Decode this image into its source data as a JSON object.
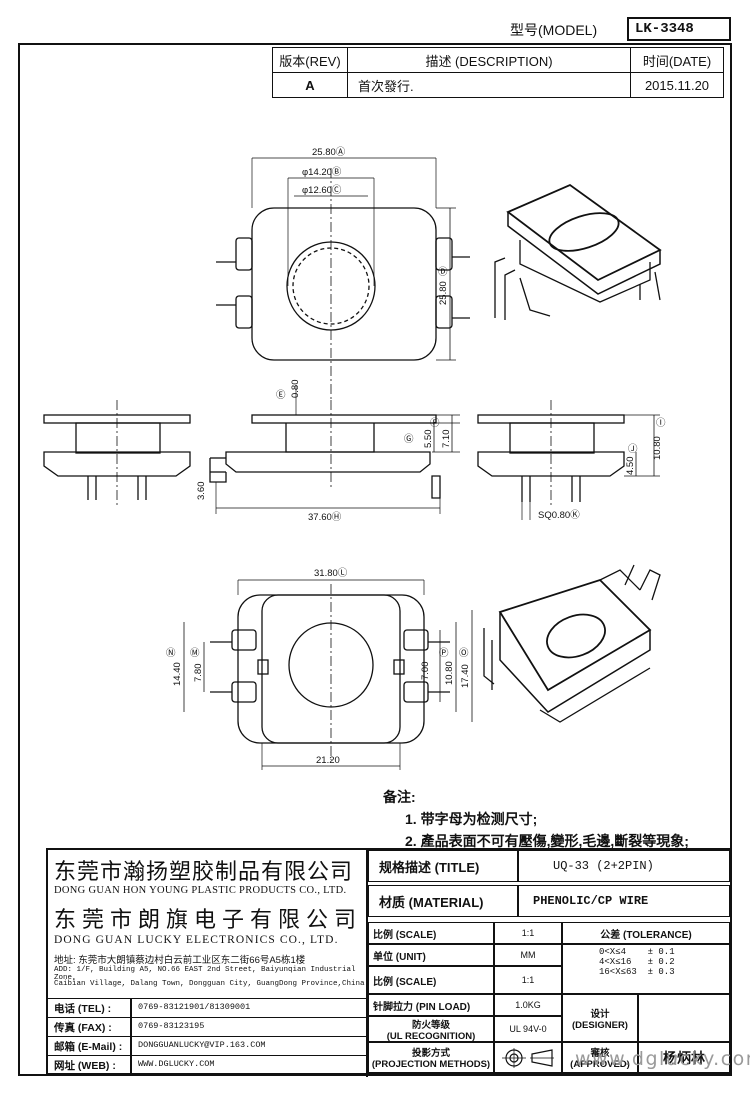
{
  "header": {
    "model_label": "型号(MODEL)",
    "model_value": "LK-3348"
  },
  "revision_table": {
    "headers": [
      "版本(REV)",
      "描述 (DESCRIPTION)",
      "时间(DATE)"
    ],
    "row": [
      "A",
      "首次發行.",
      "2015.11.20"
    ]
  },
  "dimensions": {
    "top_view": [
      "25.80Ⓐ",
      "φ14.20Ⓑ",
      "φ12.60Ⓒ",
      "Ⓓ",
      "25.80"
    ],
    "front_view": [
      "Ⓔ",
      "0.80",
      "Ⓕ",
      "Ⓖ",
      "5.50",
      "7.10",
      "3.60",
      "37.60Ⓗ"
    ],
    "side_view": [
      "Ⓘ",
      "10.80",
      "Ⓙ",
      "4.50",
      "SQ0.80Ⓚ"
    ],
    "bottom_view": [
      "31.80Ⓛ",
      "Ⓜ",
      "Ⓝ",
      "14.40",
      "7.80",
      "Ⓟ",
      "Ⓞ",
      "7.00",
      "10.80",
      "17.40",
      "21.20"
    ]
  },
  "notes": {
    "title": "备注:",
    "items": [
      "1. 带字母为检测尺寸;",
      "2. 產品表面不可有壓傷,變形,毛邊,斷裂等現象;"
    ]
  },
  "company": {
    "name_cn_1": "东莞市瀚扬塑胶制品有限公司",
    "name_en_1": "DONG GUAN HON YOUNG PLASTIC PRODUCTS CO., LTD.",
    "name_cn_2": "东莞市朗旗电子有限公司",
    "name_en_2": "DONG GUAN LUCKY ELECTRONICS CO., LTD.",
    "address_cn": "地址: 东莞市大朗镇蔡边村白云前工业区东二街66号A5栋1楼",
    "address_en_1": "ADD: 1/F, Building A5, NO.66 EAST 2nd Street, Baiyunqian Industrial Zone,",
    "address_en_2": "Caibian Village, Dalang Town, Dongguan City, GuangDong Province,China"
  },
  "contacts": [
    {
      "label": "电话 (TEL) :",
      "value": "0769-83121901/81309001"
    },
    {
      "label": "传真 (FAX) :",
      "value": "0769-83123195"
    },
    {
      "label": "邮箱 (E-Mail) :",
      "value": "DONGGUANLUCKY@VIP.163.COM"
    },
    {
      "label": "网址 (WEB) :",
      "value": "WWW.DGLUCKY.COM"
    }
  ],
  "spec": {
    "title_label": "规格描述 (TITLE)",
    "title_value": "UQ-33 (2+2PIN)",
    "material_label": "材质 (MATERIAL)",
    "material_value": "PHENOLIC/CP WIRE",
    "scale1_label": "比例 (SCALE)",
    "scale1_value": "1:1",
    "tolerance_label": "公差 (TOLERANCE)",
    "unit_label": "单位 (UNIT)",
    "unit_value": "MM",
    "tolerance_rows": [
      "0<X≤4    ± 0.1",
      "4<X≤16   ± 0.2",
      "16<X≤63  ± 0.3"
    ],
    "scale2_label": "比例 (SCALE)",
    "scale2_value": "1:1",
    "pin_load_label": "针脚拉力 (PIN LOAD)",
    "pin_load_value": "1.0KG",
    "ul_label_1": "防火等级",
    "ul_label_2": "(UL RECOGNITION)",
    "ul_value": "UL 94V-0",
    "designer_label_1": "设计",
    "designer_label_2": "(DESIGNER)",
    "projection_label_1": "投影方式",
    "projection_label_2": "(PROJECTION METHODS)",
    "approved_label_1": "審核",
    "approved_label_2": "(APPROVED)",
    "approved_value": "杨炳林"
  },
  "watermark": "www.dglucky.com"
}
